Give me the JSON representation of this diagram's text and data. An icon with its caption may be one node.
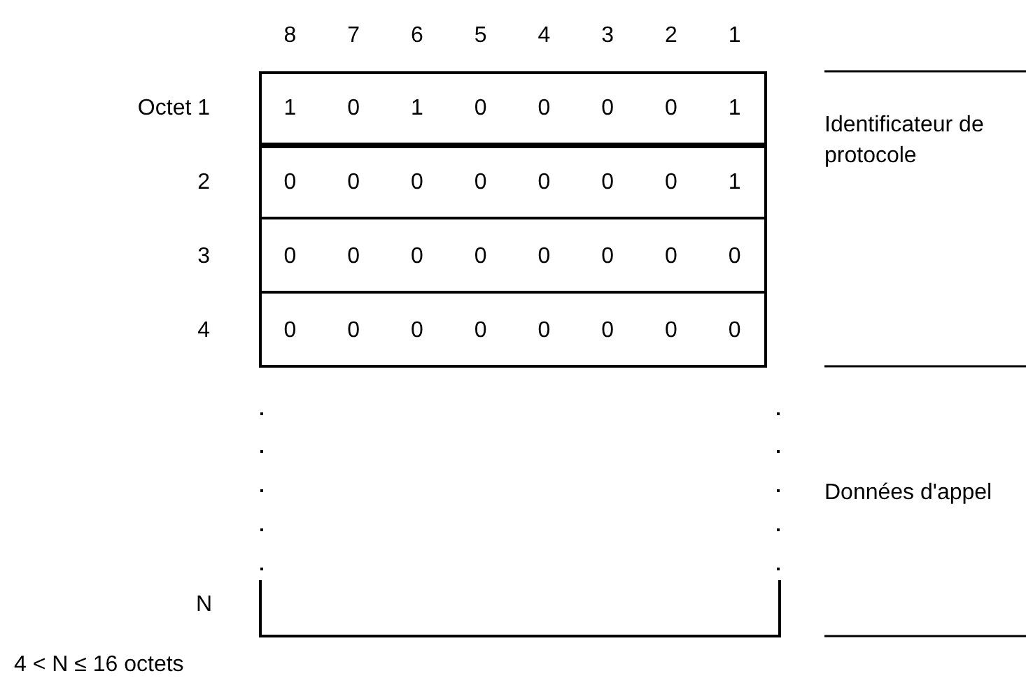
{
  "diagram": {
    "labels": [
      "8",
      "7",
      "6",
      "5",
      "4",
      "3",
      "2",
      "1",
      "Octet 1",
      "1",
      "0",
      "1",
      "0",
      "0",
      "0",
      "0",
      "1",
      "2",
      "0",
      "0",
      "0",
      "0",
      "0",
      "0",
      "0",
      "1",
      "3",
      "0",
      "0",
      "0",
      "0",
      "0",
      "0",
      "0",
      "0",
      "4",
      "0",
      "0",
      "0",
      "0",
      "0",
      "0",
      "0",
      "0",
      "Identificateur de protocole",
      "Données d'appel",
      "N",
      "4 < N ≤ 16 octets"
    ]
  }
}
